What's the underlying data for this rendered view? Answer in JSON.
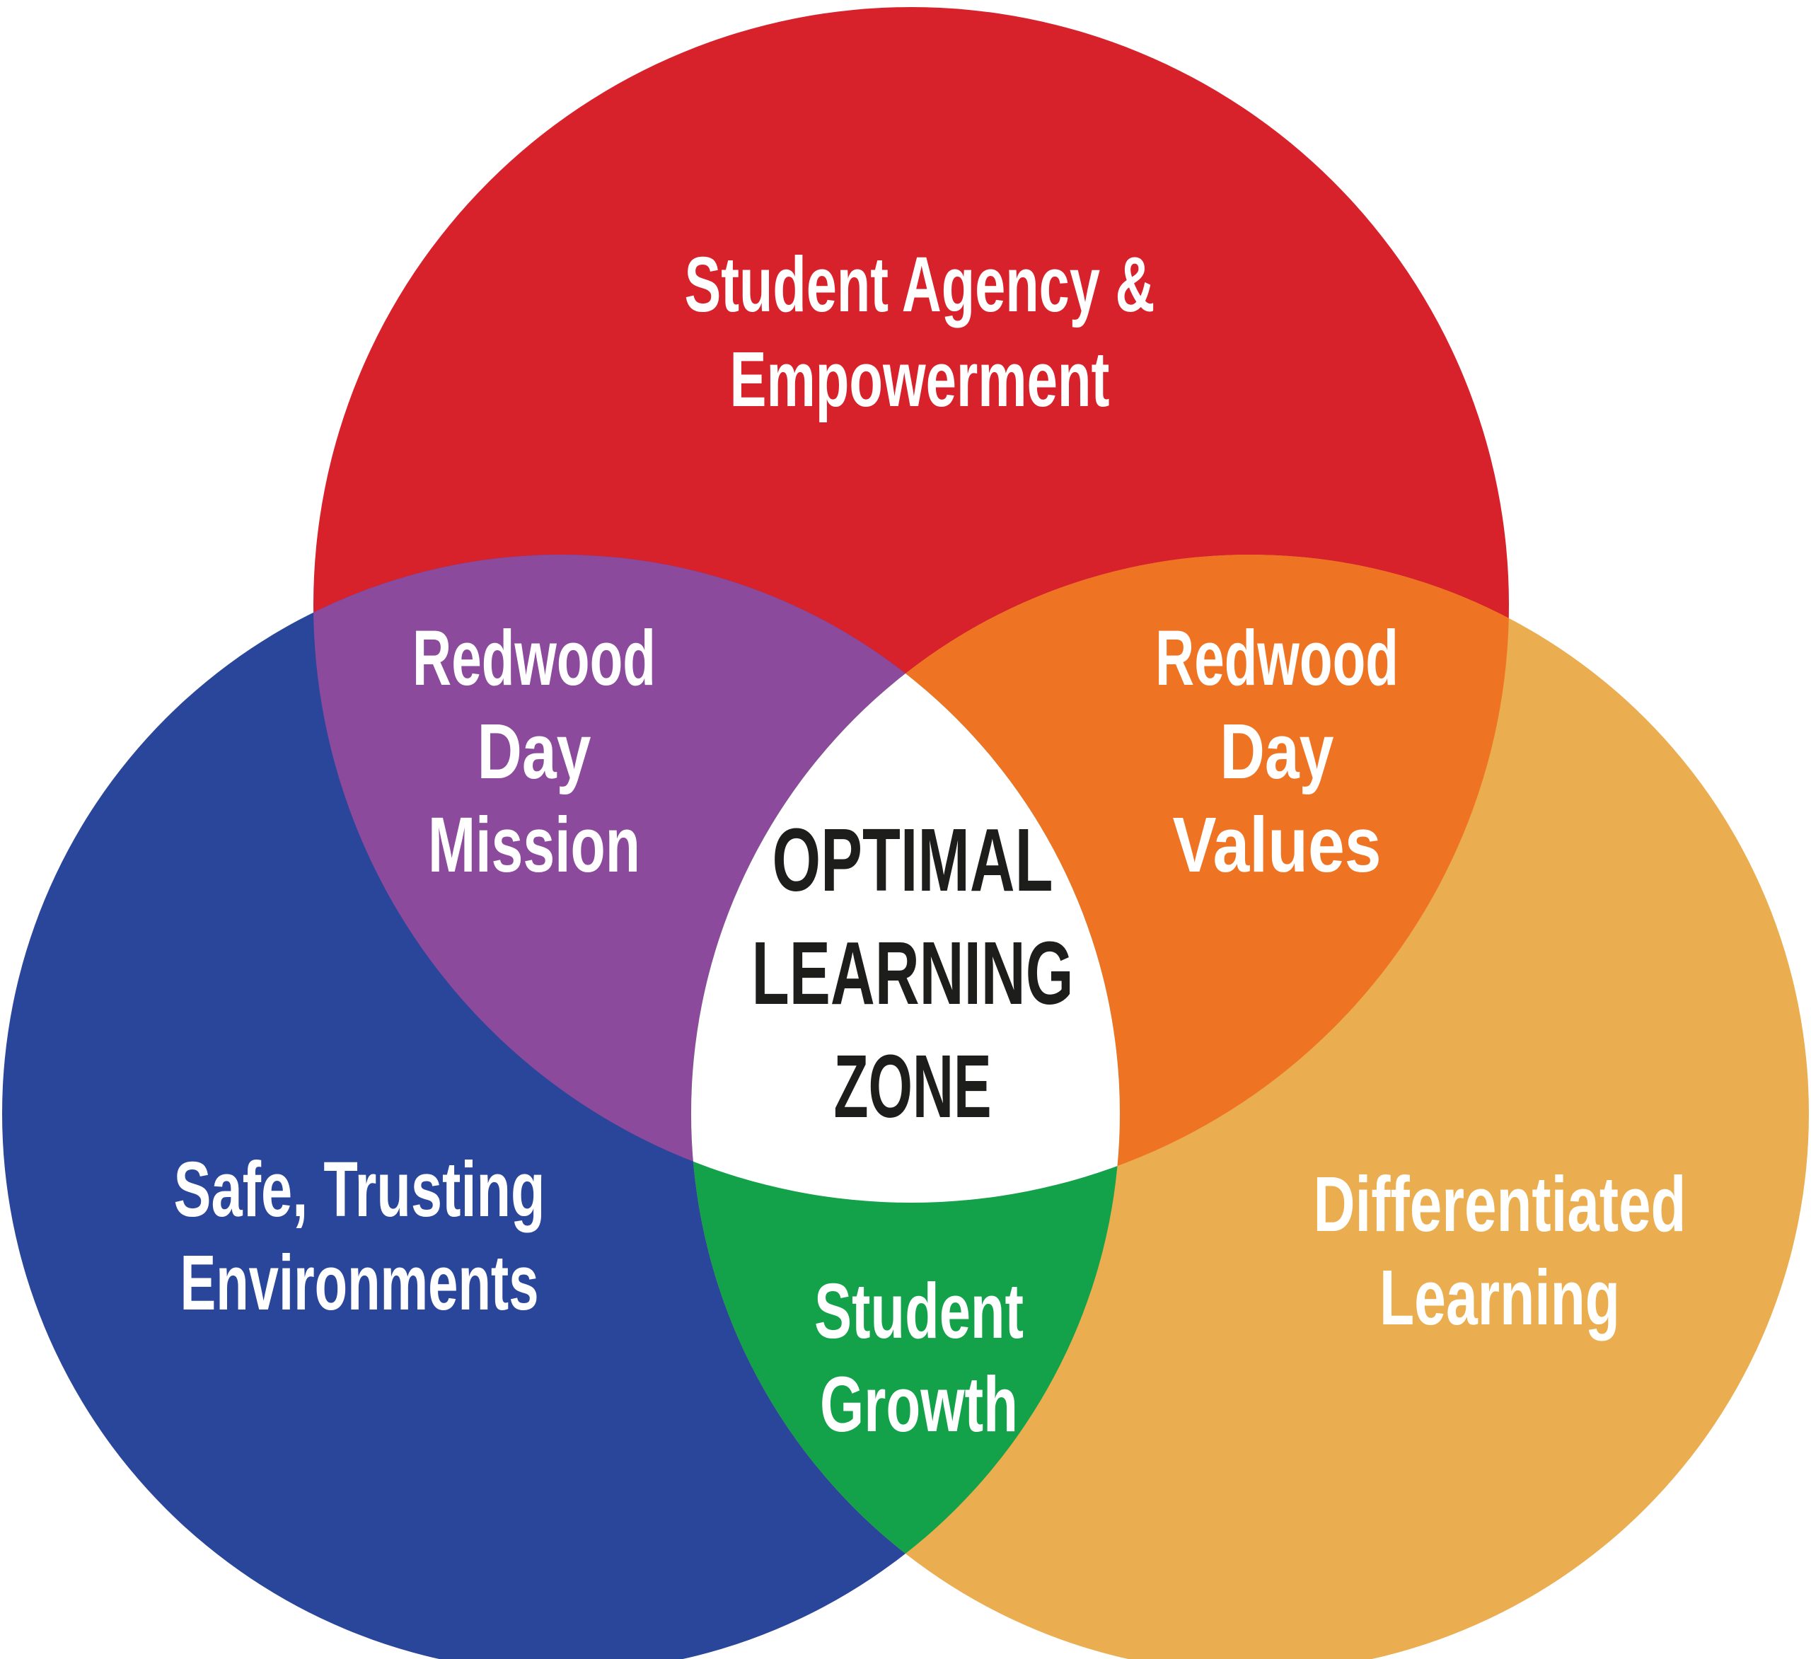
{
  "venn": {
    "background": "#ffffff",
    "circles": {
      "red": {
        "lines": [
          "Student Agency &",
          "Empowerment"
        ],
        "color": "#d7222c",
        "text_color": "#ffffff"
      },
      "blue": {
        "lines": [
          "Safe, Trusting",
          "Environments"
        ],
        "color": "#2a469b",
        "text_color": "#ffffff"
      },
      "yellow": {
        "lines": [
          "Differentiated",
          "Learning"
        ],
        "color": "#eaad4f",
        "text_color": "#ffffff"
      }
    },
    "overlaps": {
      "red_blue": {
        "lines": [
          "Redwood",
          "Day",
          "Mission"
        ],
        "color": "#8b4a9c",
        "text_color": "#ffffff"
      },
      "red_yellow": {
        "lines": [
          "Redwood",
          "Day",
          "Values"
        ],
        "color": "#ee7423",
        "text_color": "#ffffff"
      },
      "blue_yellow": {
        "lines": [
          "Student",
          "Growth"
        ],
        "color": "#13a24a",
        "text_color": "#ffffff"
      },
      "center": {
        "lines": [
          "OPTIMAL",
          "LEARNING",
          "ZONE"
        ],
        "color": "#ffffff",
        "text_color": "#1d1d1b"
      }
    }
  }
}
